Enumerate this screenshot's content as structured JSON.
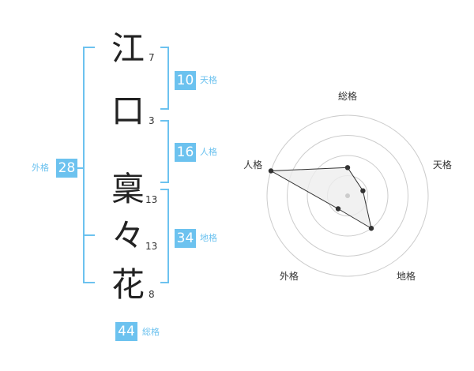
{
  "name": {
    "chars": [
      "江",
      "口",
      "稟",
      "々",
      "花"
    ],
    "strokes": [
      "7",
      "3",
      "13",
      "13",
      "8"
    ]
  },
  "fortunes": {
    "tenkaku": {
      "value": "10",
      "label": "天格"
    },
    "jinkaku": {
      "value": "16",
      "label": "人格"
    },
    "chikaku": {
      "value": "34",
      "label": "地格"
    },
    "gaikaku": {
      "value": "28",
      "label": "外格"
    },
    "soukaku": {
      "value": "44",
      "label": "総格"
    }
  },
  "chart_data": {
    "type": "radar",
    "axes": [
      "総格",
      "天格",
      "地格",
      "外格",
      "人格"
    ],
    "values": [
      0.35,
      0.2,
      0.5,
      0.2,
      1.0
    ],
    "rings": 4,
    "colors": {
      "fill": "#eeeeee",
      "line": "#333333",
      "grid": "#cccccc"
    }
  }
}
